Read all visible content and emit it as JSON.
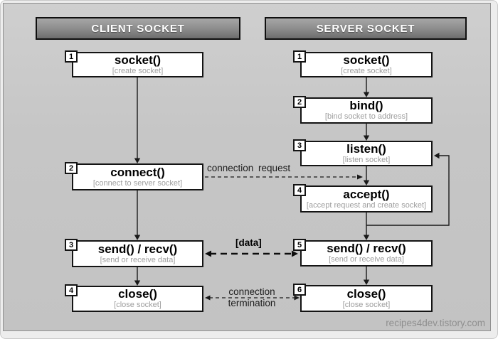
{
  "client": {
    "header": "CLIENT SOCKET",
    "steps": [
      {
        "num": "1",
        "title": "socket()",
        "subtitle": "[create socket]"
      },
      {
        "num": "2",
        "title": "connect()",
        "subtitle": "[connect to server socket]"
      },
      {
        "num": "3",
        "title": "send() / recv()",
        "subtitle": "[send or receive data]"
      },
      {
        "num": "4",
        "title": "close()",
        "subtitle": "[close socket]"
      }
    ]
  },
  "server": {
    "header": "SERVER SOCKET",
    "steps": [
      {
        "num": "1",
        "title": "socket()",
        "subtitle": "[create socket]"
      },
      {
        "num": "2",
        "title": "bind()",
        "subtitle": "[bind socket to address]"
      },
      {
        "num": "3",
        "title": "listen()",
        "subtitle": "[listen socket]"
      },
      {
        "num": "4",
        "title": "accept()",
        "subtitle": "[accept request and create socket]"
      },
      {
        "num": "5",
        "title": "send() / recv()",
        "subtitle": "[send or receive data]"
      },
      {
        "num": "6",
        "title": "close()",
        "subtitle": "[close socket]"
      }
    ]
  },
  "labels": {
    "connection_request": "connection request",
    "data": "[data]",
    "termination_line1": "connection",
    "termination_line2": "termination"
  },
  "watermark": "recipes4dev.tistory.com",
  "colors": {
    "panel_bg": "#c6c6c6",
    "header_top": "#a7a7a7",
    "header_bottom": "#6d6d6d",
    "box_border": "#141414",
    "subtitle_gray": "#9e9e9e",
    "watermark_gray": "#8f8f8f"
  }
}
